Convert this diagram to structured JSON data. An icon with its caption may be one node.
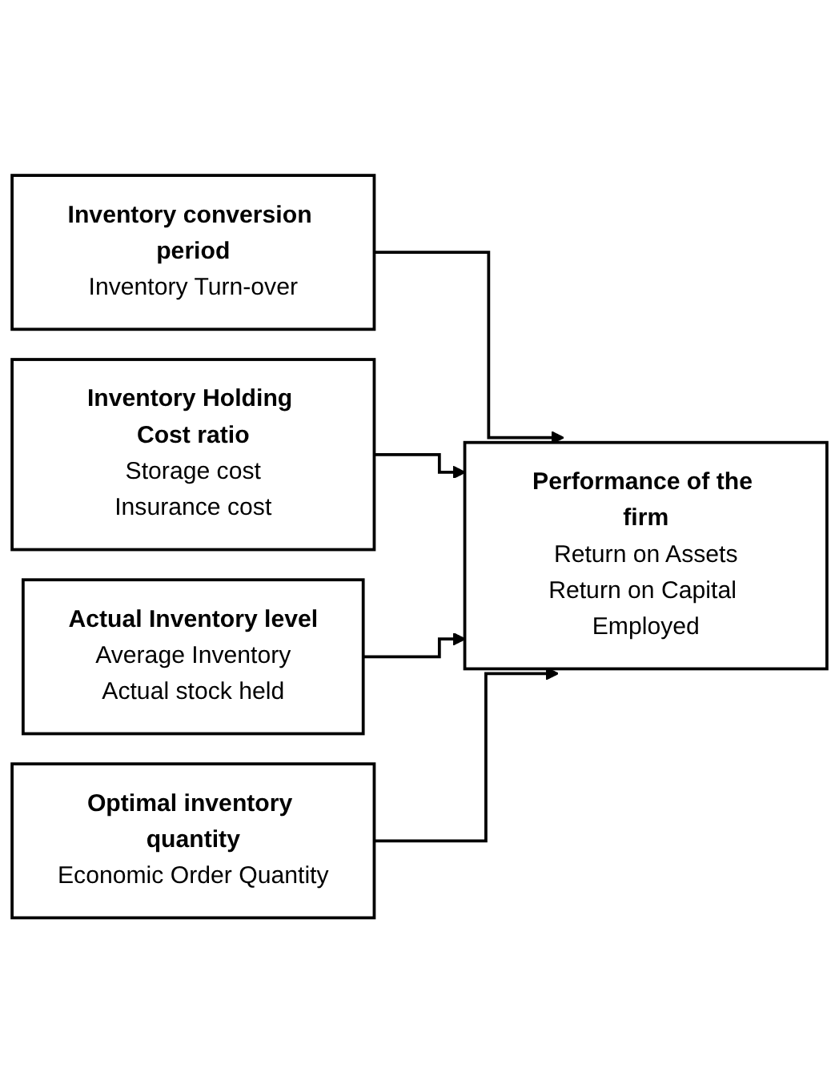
{
  "diagram": {
    "nodes": [
      {
        "text": [
          "Inventory conversion period",
          "Inventory Turn-over"
        ]
      },
      {
        "text": [
          "Inventory Holding Cost ratio",
          "Storage cost",
          "Insurance cost"
        ]
      },
      {
        "text": [
          "Actual Inventory level",
          "Average Inventory",
          "Actual stock held"
        ]
      },
      {
        "text": [
          "Optimal inventory quantity",
          "Economic Order Quantity"
        ]
      },
      {
        "text": [
          "Performance of the firm",
          "Return on Assets",
          "Return on Capital Employed"
        ]
      }
    ],
    "edges": [
      {
        "from": 0,
        "to": 4,
        "arrow": "to"
      },
      {
        "from": 1,
        "to": 4,
        "arrow": "to"
      },
      {
        "from": 2,
        "to": 4,
        "arrow": "to"
      },
      {
        "from": 3,
        "to": 4,
        "arrow": "to"
      }
    ]
  }
}
